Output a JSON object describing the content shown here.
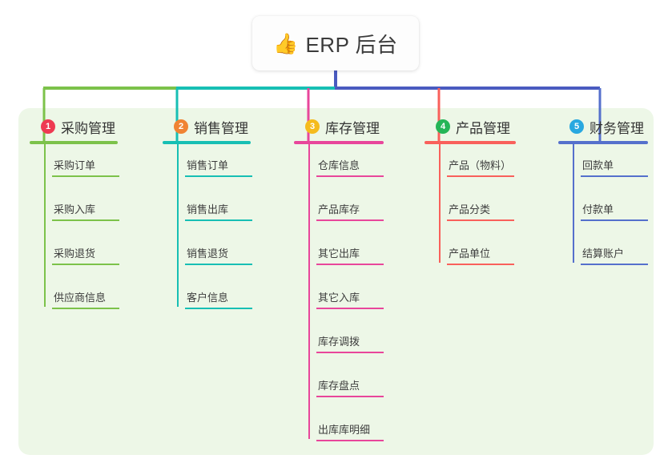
{
  "root": {
    "icon": "thumbs-up-icon",
    "emoji": "👍",
    "title": "ERP 后台"
  },
  "theme": {
    "page_background": "#ffffff",
    "panel_background": "#edf7e7",
    "root_card_background": "#fdfdfd",
    "root_stem_color": "#4a5bc0",
    "text_color": "#333333"
  },
  "connector": {
    "segments": [
      {
        "name": "green-span",
        "color": "#7cc24a"
      },
      {
        "name": "teal-span",
        "color": "#17bfb4"
      },
      {
        "name": "blue-span",
        "color": "#4a5bc0"
      }
    ]
  },
  "columns": [
    {
      "index": "1",
      "badge_label": "1",
      "badge_color": "#ee3a52",
      "line_color": "#7cc24a",
      "title": "采购管理",
      "items": [
        "采购订单",
        "采购入库",
        "采购退货",
        "供应商信息"
      ]
    },
    {
      "index": "2",
      "badge_label": "2",
      "badge_color": "#f08334",
      "line_color": "#17bfb4",
      "title": "销售管理",
      "items": [
        "销售订单",
        "销售出库",
        "销售退货",
        "客户信息"
      ]
    },
    {
      "index": "3",
      "badge_label": "3",
      "badge_color": "#f5bb1d",
      "line_color": "#e8469b",
      "title": "库存管理",
      "items": [
        "仓库信息",
        "产品库存",
        "其它出库",
        "其它入库",
        "库存调拨",
        "库存盘点",
        "出库库明细"
      ]
    },
    {
      "index": "4",
      "badge_label": "4",
      "badge_color": "#25b557",
      "line_color": "#f9605b",
      "title": "产品管理",
      "items": [
        "产品（物料）",
        "产品分类",
        "产品单位"
      ]
    },
    {
      "index": "5",
      "badge_label": "5",
      "badge_color": "#29a8e0",
      "line_color": "#5570cc",
      "title": "财务管理",
      "items": [
        "回款单",
        "付款单",
        "结算账户"
      ]
    }
  ]
}
